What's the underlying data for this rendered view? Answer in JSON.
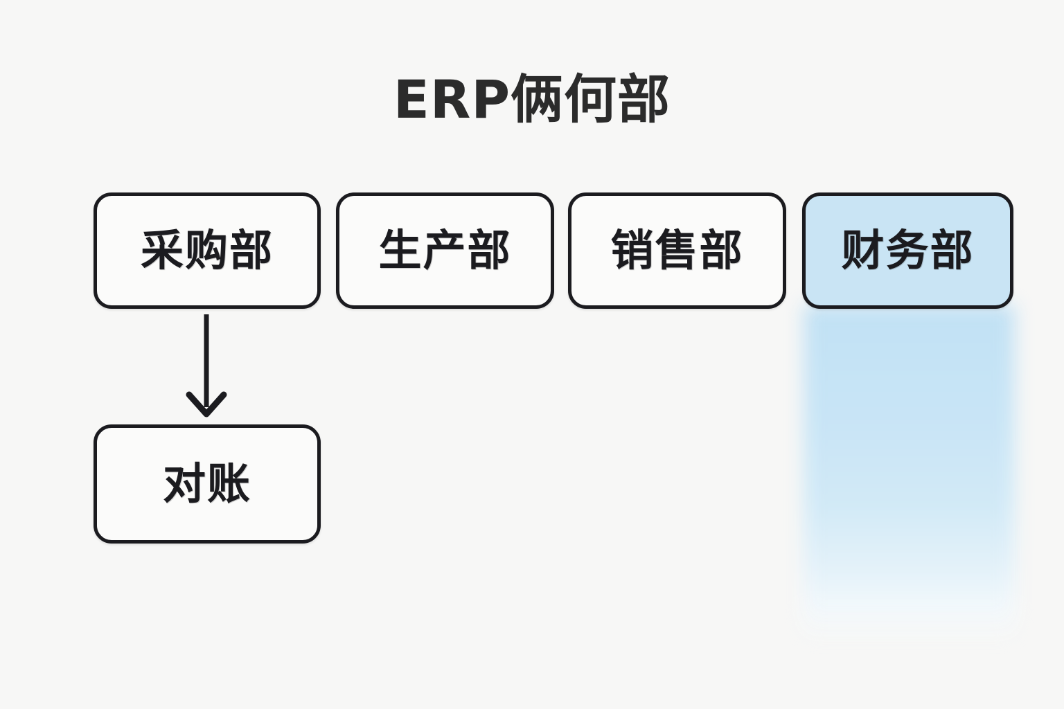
{
  "page": {
    "title": "ERP俩何部",
    "background_color": "#f7f7f6"
  },
  "colors": {
    "node_border": "#1b1b1f",
    "node_fill": "#fbfbfa",
    "highlight_fill": "#c9e4f4",
    "highlight_band": "#c6e4f6",
    "text": "#1b1b1f",
    "title_text": "#2b2b2b"
  },
  "diagram": {
    "departments": [
      {
        "id": "procurement",
        "label": "采购部",
        "highlighted": false
      },
      {
        "id": "production",
        "label": "生产部",
        "highlighted": false
      },
      {
        "id": "sales",
        "label": "销售部",
        "highlighted": false
      },
      {
        "id": "finance",
        "label": "财务部",
        "highlighted": true
      }
    ],
    "child_nodes": [
      {
        "id": "reconciliation",
        "label": "对账",
        "parent": "procurement"
      }
    ],
    "connectors": [
      {
        "id": "procurement-to-reconciliation",
        "from": "采购部",
        "to": "对账",
        "kind": "arrow-down"
      }
    ],
    "icons": {
      "arrow_down": "arrow-down-icon"
    }
  }
}
